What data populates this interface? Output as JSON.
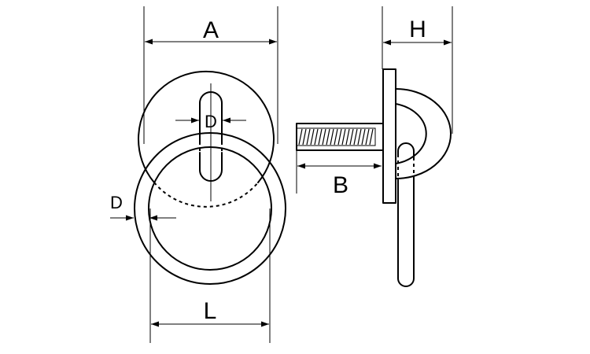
{
  "labels": {
    "a": "A",
    "h": "H",
    "b": "B",
    "l": "L",
    "d_slot": "D",
    "d_ring": "D"
  },
  "colors": {
    "line": "#000000",
    "background": "#ffffff"
  }
}
